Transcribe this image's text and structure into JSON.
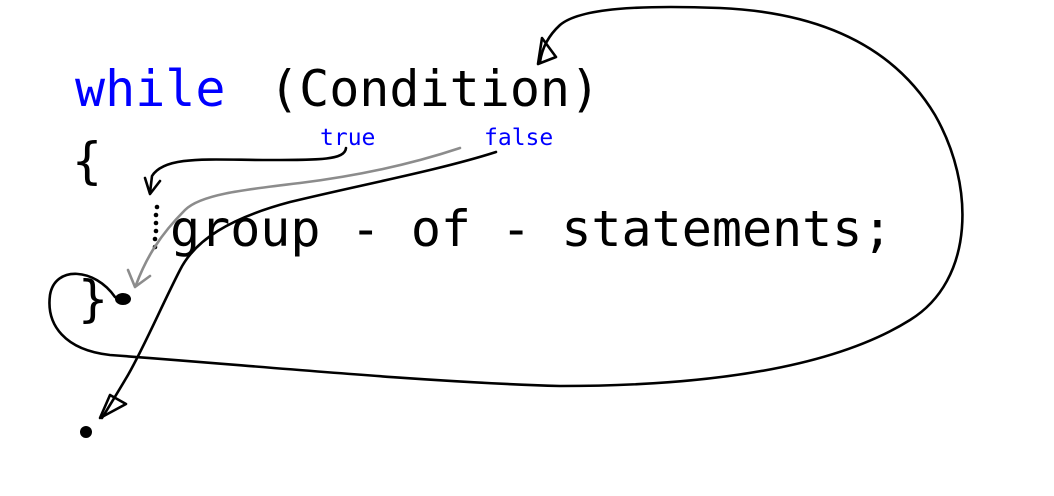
{
  "code": {
    "keyword": "while",
    "condition": "(Condition)",
    "open_brace": "{",
    "body": "group - of - statements;",
    "close_brace": "}"
  },
  "annotations": {
    "true_label": "true",
    "false_label": "false"
  },
  "colors": {
    "keyword": "#0000ff",
    "code_text": "#000000",
    "labels": "#0000ff",
    "loop_arrows": "#000000",
    "false_arrow": "#8c8c8c"
  }
}
